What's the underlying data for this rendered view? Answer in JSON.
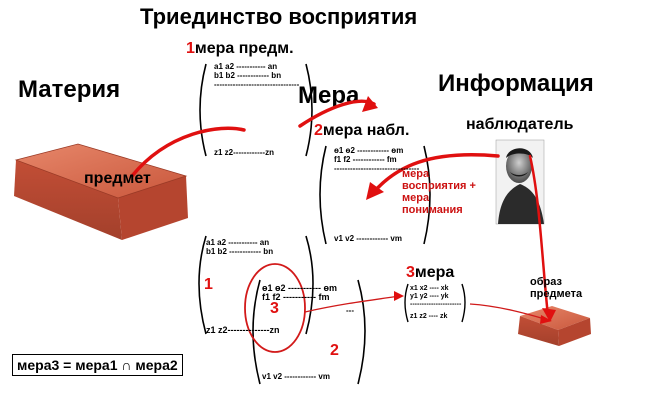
{
  "title": "Триединство восприятия",
  "heading_matter": "Материя",
  "heading_measure": "Мера",
  "heading_info": "Информация",
  "observer_label": "наблюдатель",
  "object_label": "предмет",
  "measure1": {
    "num": "1",
    "label": "мера предм.",
    "row1": "a1 a2 ----------- an",
    "row2": "b1 b2 ------------ bn",
    "dash": "--------------------------------",
    "last": "z1 z2------------zn"
  },
  "measure2": {
    "num": "2",
    "label": "мера набл.",
    "row1": "ѳ1 ѳ2 ------------ ѳm",
    "row2": "f1  f2 ------------ fm",
    "dash": "--------------------------------",
    "last": "v1 v2 ------------ vm"
  },
  "perception_note": "мера восприятия + мера понимания",
  "overlap": {
    "m1_row1": "a1 a2 ----------- an",
    "m1_row2": "b1 b2 ------------ bn",
    "m1_last": "z1 z2--------------zn",
    "m2_row1": "ѳ1 ѳ2 ----------- ѳm",
    "m2_row2": "f1  f2 ----------- fm",
    "m2_last": "v1 v2 ------------ vm",
    "m2_dash": "---",
    "label1": "1",
    "label2": "2",
    "label3": "3"
  },
  "measure3": {
    "num": "3",
    "label": "мера",
    "row1": "x1 x2 ---- xk",
    "row2": "y1 y2 ---- yk",
    "dash": "----------------------",
    "last": "z1 z2 ---- zk"
  },
  "image_label": "образ предмета",
  "formula": "мера3 = мера1 ∩ мера2",
  "colors": {
    "arrow": "#e01010",
    "brick": "#c8533a",
    "text_red": "#cc1111"
  }
}
